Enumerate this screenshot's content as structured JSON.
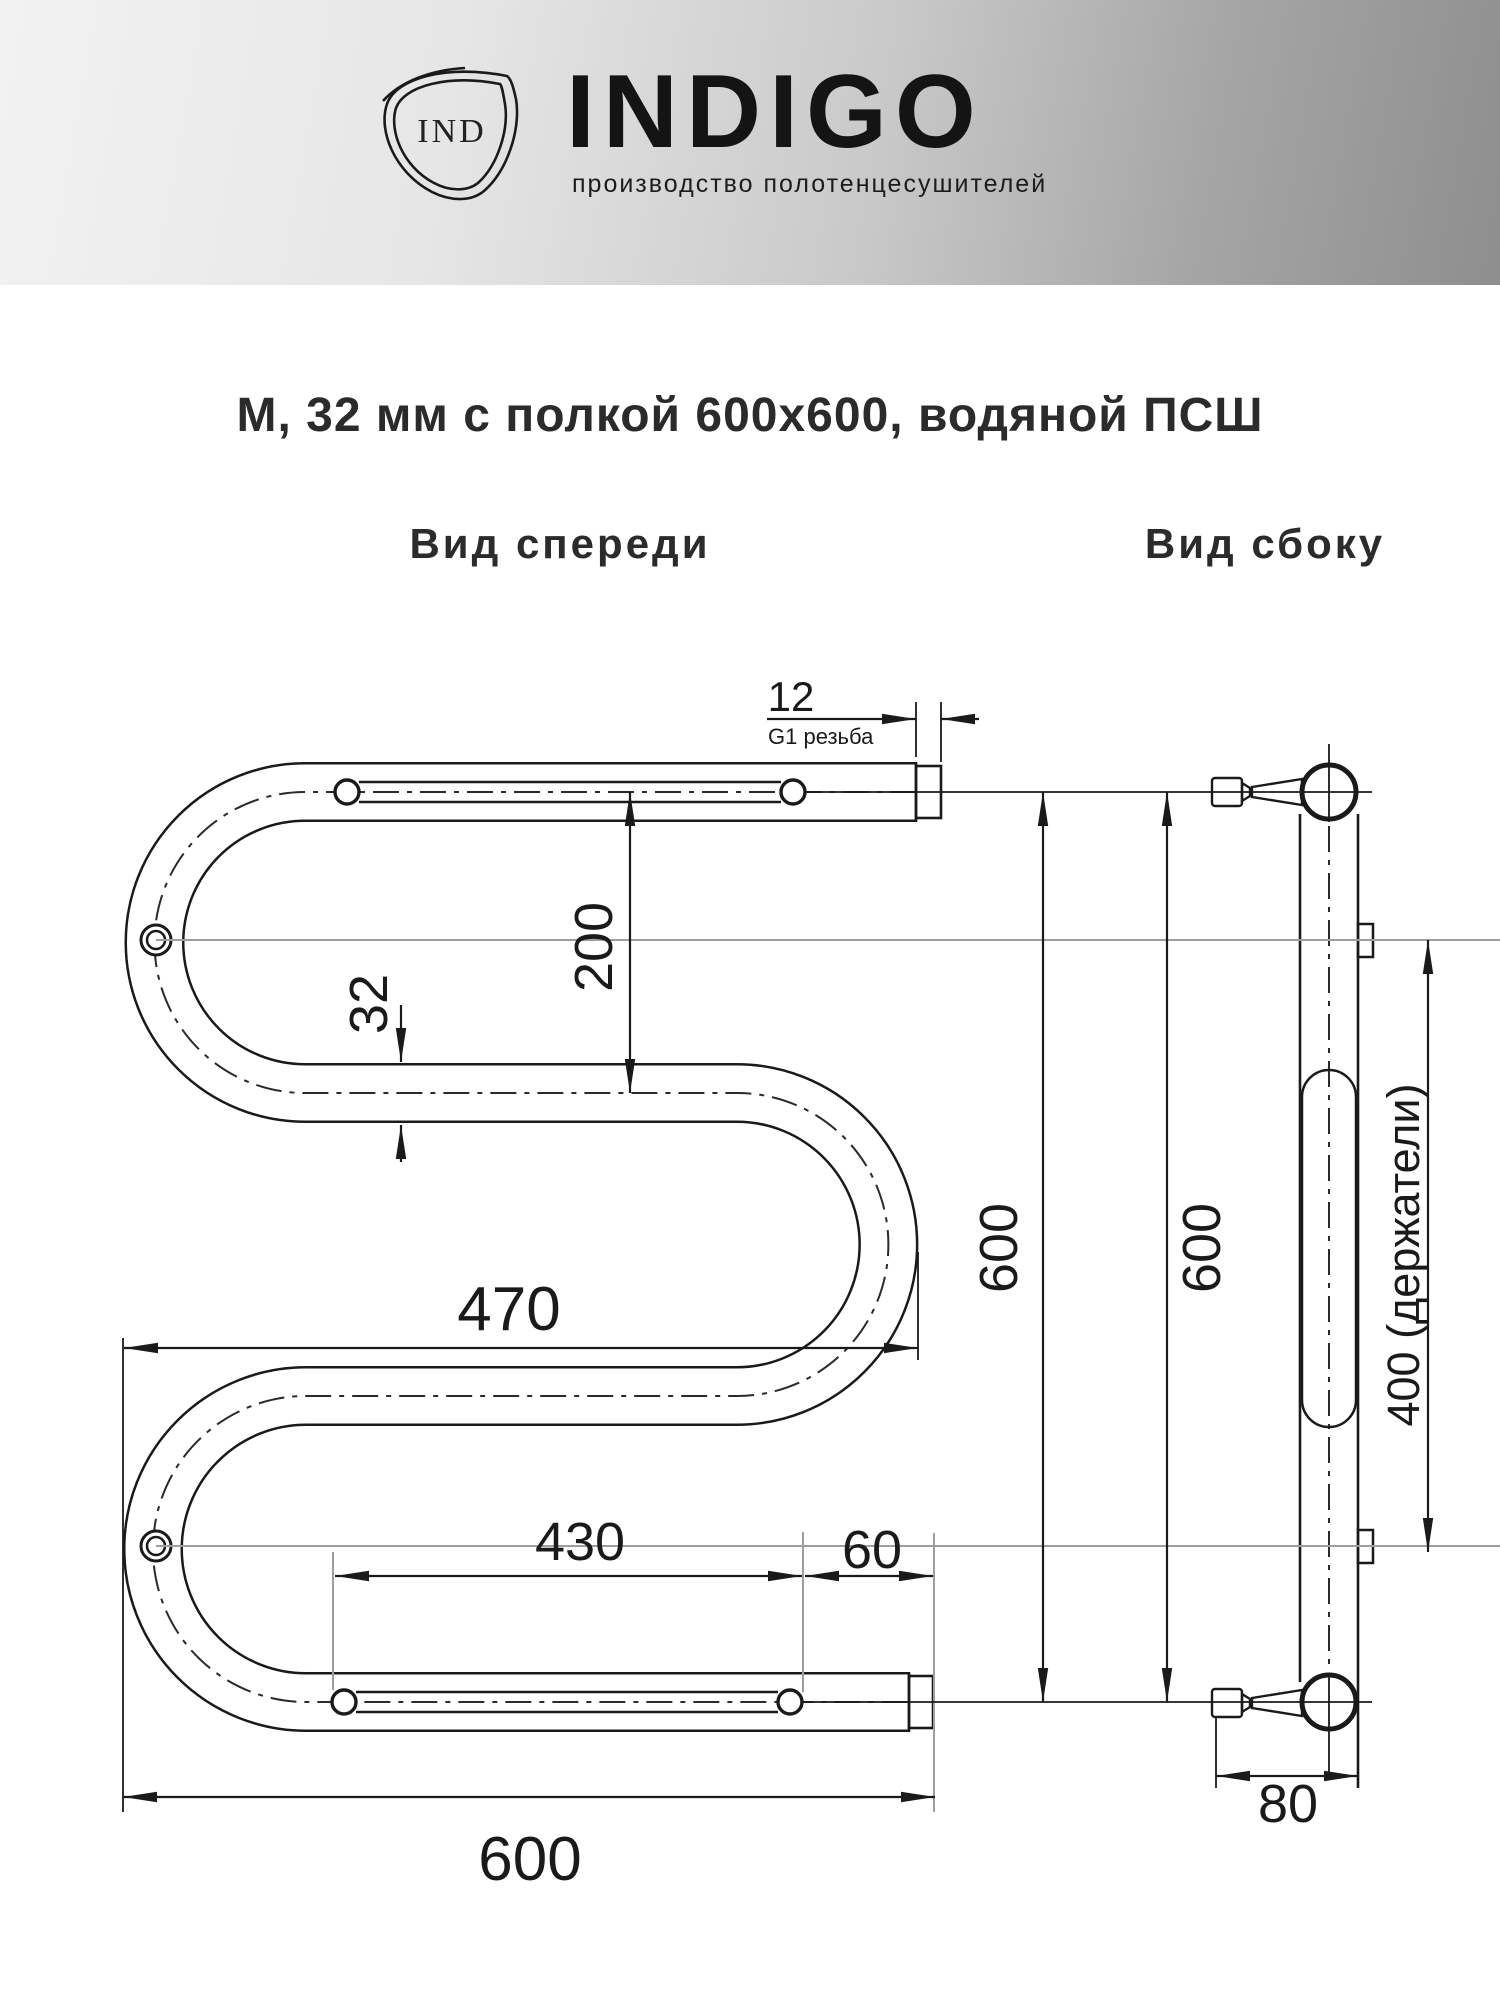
{
  "header": {
    "emblem_monogram": "IND",
    "brand_name": "INDIGO",
    "tagline": "производство полотенцесушителей"
  },
  "title": "М, 32 мм с полкой 600х600, водяной ПСШ",
  "views": {
    "front_label": "Вид спереди",
    "side_label": "Вид сбоку"
  },
  "dimensions": {
    "thread_length": "12",
    "thread_type": "G1 резьба",
    "axis_spacing": "200",
    "pipe_diameter": "32",
    "curve_width": "470",
    "height_front": "600",
    "shelf_length": "430",
    "shelf_offset": "60",
    "width_total": "600",
    "height_side": "600",
    "holders_spacing": "400 (держатели)",
    "depth": "80"
  },
  "style": {
    "line_color": "#1a1a1a",
    "guide_line_color": "#9e9e9e",
    "header_gradient_start": "#f0f0f0",
    "header_gradient_end": "#8e8e8e"
  }
}
